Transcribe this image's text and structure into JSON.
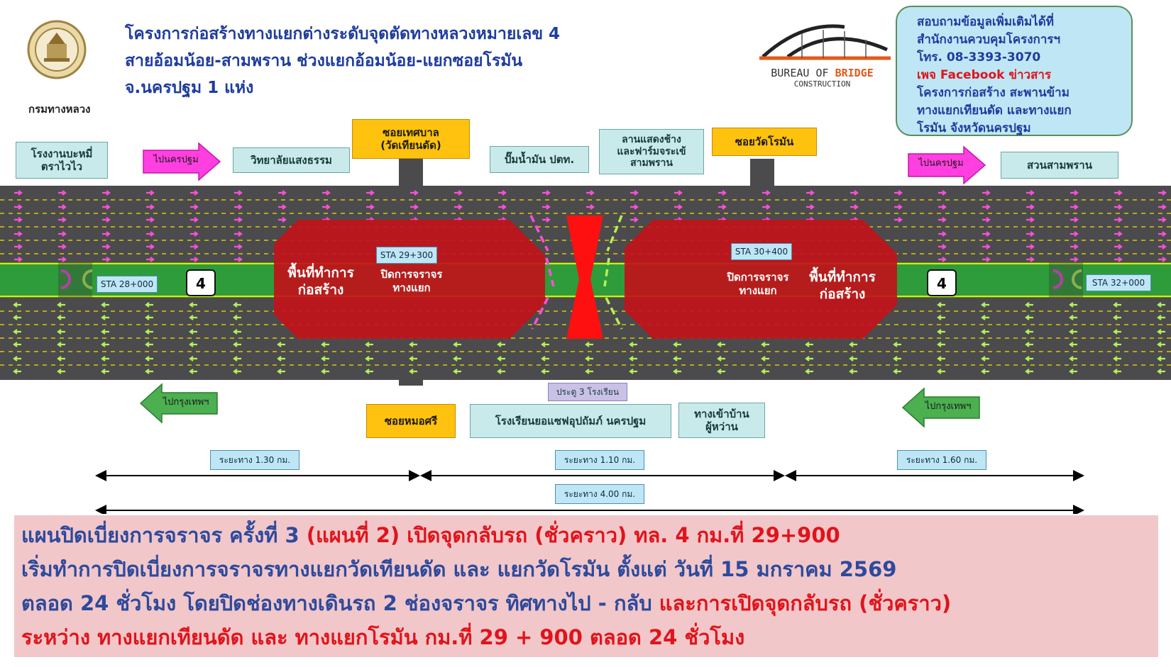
{
  "header": {
    "title_lines": [
      "โครงการก่อสร้างทางแยกต่างระดับจุดตัดทางหลวงหมายเลข 4",
      "สายอ้อมน้อย-สามพราน ช่วงแยกอ้อมน้อย-แยกซอยโรมัน",
      "จ.นครปฐม 1 แห่ง"
    ],
    "dept_label": "กรมทางหลวง",
    "bridge_logo_line1": "BUREAU OF",
    "bridge_logo_line1b": "BRIDGE",
    "bridge_logo_line2": "CONSTRUCTION"
  },
  "info_box": {
    "lines": [
      "สอบถามข้อมูลเพิ่มเติมได้ที่",
      "สำนักงานควบคุมโครงการฯ",
      "โทร. 08-3393-3070"
    ],
    "facebook": "เพจ Facebook ข่าวสาร",
    "lines2": [
      "โครงการก่อสร้าง  สะพานข้าม",
      "ทางแยกเทียนดัด และทางแยก",
      "โรมัน จังหวัดนครปฐม"
    ]
  },
  "landmarks_top": {
    "factory": [
      "โรงงานบะหมี่",
      "ตราไวไว"
    ],
    "to_nakhon_pathom_left": "ไปนครปฐม",
    "college": "วิทยาลัยแสงธรรม",
    "soi_tessaban": [
      "ซอยเทศบาล",
      "(วัดเทียนดัด)"
    ],
    "ptt": "ปั๊มน้ำมัน ปตท.",
    "elephant": [
      "ลานแสดงช้าง",
      "และฟาร์มจระเข้",
      "สามพราน"
    ],
    "soi_wat_roman": "ซอยวัดโรมัน",
    "to_nakhon_pathom_right": "ไปนครปฐม",
    "suan_sampran": "สวนสามพราน"
  },
  "landmarks_bottom": {
    "to_bangkok_left": "ไปกรุงเทพฯ",
    "soi_mo_si": "ซอยหมอศรี",
    "gate3": "ประตู 3 โรงเรียน",
    "school": "โรงเรียนยอแซฟอุปถัมภ์ นครปฐม",
    "village": [
      "ทางเข้าบ้าน",
      "ผู้หว่าน"
    ],
    "to_bangkok_right": "ไปกรุงเทพฯ"
  },
  "road": {
    "sta_28": "STA 28+000",
    "sta_29": "STA 29+300",
    "sta_30": "STA 30+400",
    "sta_32": "STA 32+000",
    "route_number": "4",
    "zone_left_a": [
      "พื้นที่ทำการ",
      "ก่อสร้าง"
    ],
    "zone_left_b": [
      "ปิดการจราจร",
      "ทางแยก"
    ],
    "zone_right_a": [
      "ปิดการจราจร",
      "ทางแยก"
    ],
    "zone_right_b": [
      "พื้นที่ทำการ",
      "ก่อสร้าง"
    ]
  },
  "distances": {
    "d1": "ระยะทาง 1.30 กม.",
    "d2": "ระยะทาง 1.10 กม.",
    "d3": "ระยะทาง 1.60 กม.",
    "total": "ระยะทาง 4.00 กม."
  },
  "notice": {
    "l1_a": "แผนปิดเบี่ยงการจราจร ครั้งที่ 3 ",
    "l1_b": "(แผนที่ 2) เปิดจุดกลับรถ (ชั่วคราว) ทล. 4  กม.ที่ 29+900",
    "l2": "เริ่มทำการปิดเบี่ยงการจราจรทางแยกวัดเทียนดัด และ แยกวัดโรมัน ตั้งแต่ วันที่ 15 มกราคม 2569",
    "l3_a": "ตลอด 24 ชั่วโมง โดยปิดช่องทางเดินรถ 2 ช่องจราจร ทิศทางไป - กลับ  ",
    "l3_b": "และการเปิดจุดกลับรถ (ชั่วคราว)",
    "l4": "ระหว่าง ทางแยกเทียนดัด และ ทางแยกโรมัน  กม.ที่ 29 + 900 ตลอด 24 ชั่วโมง"
  },
  "colors": {
    "title_blue": "#1f3c9e",
    "road": "#4b4b4d",
    "median": "#2e9c3a",
    "closure": "#c1121a",
    "outbound_arrow": "#ff4fd8",
    "inbound_arrow": "#b4f05a",
    "direction_magenta": "#ff3fe0",
    "direction_green": "#4caf50",
    "notice_bg": "#f2c7ca"
  }
}
